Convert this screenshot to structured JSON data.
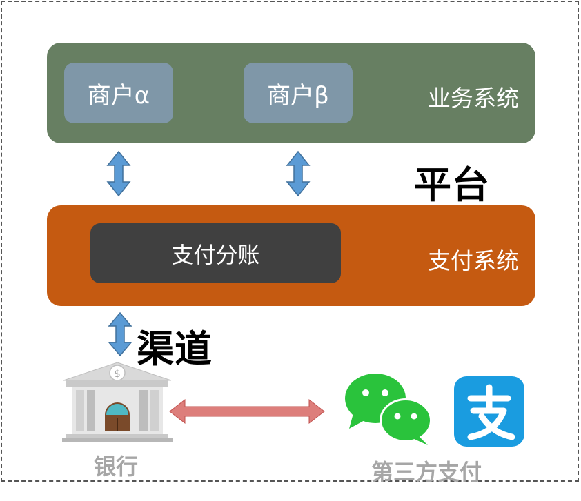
{
  "business_system": {
    "label": "业务系统",
    "merchants": [
      "商户α",
      "商户β"
    ]
  },
  "platform_label": "平台",
  "payment_system": {
    "label": "支付系统",
    "module": "支付分账"
  },
  "channel_label": "渠道",
  "bank_label": "银行",
  "third_party_label": "第三方支付",
  "colors": {
    "business_box": "#677f62",
    "merchant_box": "#7f97a8",
    "payment_box": "#c55a11",
    "split_box": "#404040",
    "vertical_arrows": "#5b9bd5",
    "horizontal_arrow": "#dd7e7b",
    "wechat_green": "#2ac33c",
    "alipay_blue": "#1a9ce0"
  },
  "icons": [
    "bank-icon",
    "wechat-icon",
    "alipay-icon"
  ]
}
